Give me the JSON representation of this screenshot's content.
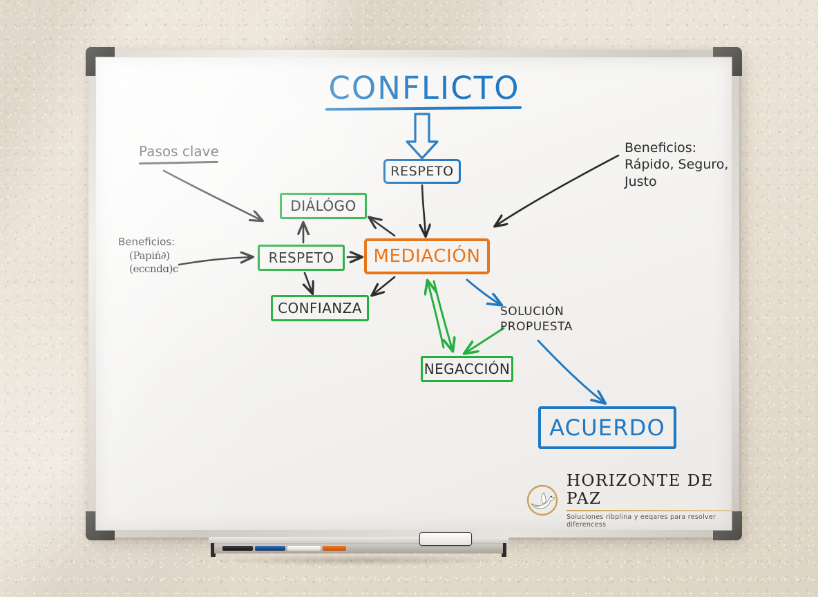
{
  "board": {
    "title": "CONFLICTO",
    "frame_color": "#cfcac3",
    "corner_color": "#4e4c48",
    "surface_color": "#f5f4f2"
  },
  "diagram": {
    "type": "mind-map",
    "title": "CONFLICTO",
    "colors": {
      "blue": "#1f78c1",
      "green": "#25af3f",
      "orange": "#e8741a",
      "black": "#2b2b2b"
    },
    "nodes": [
      {
        "id": "conflicto",
        "label": "CONFLICTO",
        "color": "#1f78c1",
        "style": "heading-underlined"
      },
      {
        "id": "respeto_top",
        "label": "RESPETO",
        "color": "#1f78c1",
        "style": "boxed-blue"
      },
      {
        "id": "dialogo",
        "label": "DIÁLÓGO",
        "color": "#25af3f",
        "style": "boxed-green"
      },
      {
        "id": "respeto",
        "label": "RESPETO",
        "color": "#25af3f",
        "style": "boxed-green"
      },
      {
        "id": "confianza",
        "label": "CONFIANZA",
        "color": "#25af3f",
        "style": "boxed-green"
      },
      {
        "id": "mediacion",
        "label": "MEDIACIÓN",
        "color": "#e8741a",
        "style": "boxed-orange"
      },
      {
        "id": "negaccion",
        "label": "NEGACCIÓN",
        "color": "#25af3f",
        "style": "boxed-green"
      },
      {
        "id": "solucion",
        "label": "SOLUCIÓN\nPROPUESTA",
        "color": "#2b2b2b",
        "style": "plain"
      },
      {
        "id": "acuerdo",
        "label": "ACUERDO",
        "color": "#1f78c1",
        "style": "boxed-blue"
      }
    ],
    "annotations": [
      {
        "id": "pasos_clave",
        "label": "Pasos clave",
        "style": "underlined",
        "color": "#2b2b2b"
      },
      {
        "id": "beneficios_left",
        "label": "Beneficios:",
        "color": "#2b2b2b"
      },
      {
        "id": "beneficios_left_scrawl",
        "label": "(Papiń∂)\n(eccndɑ)c",
        "color": "#2b2b2b"
      },
      {
        "id": "beneficios_right",
        "label": "Beneficios:\nRápido, Seguro,\nJusto",
        "color": "#2b2b2b"
      }
    ],
    "edges": [
      {
        "from": "conflicto",
        "to": "respeto_top",
        "color": "#1f78c1",
        "style": "hollow-block-arrow"
      },
      {
        "from": "respeto_top",
        "to": "mediacion",
        "color": "#2b2b2b",
        "style": "arrow"
      },
      {
        "from": "pasos_clave",
        "to": "dialogo",
        "color": "#2b2b2b",
        "style": "arrow"
      },
      {
        "from": "beneficios_left",
        "to": "respeto",
        "color": "#2b2b2b",
        "style": "arrow"
      },
      {
        "from": "respeto",
        "to": "dialogo",
        "color": "#2b2b2b",
        "style": "arrow"
      },
      {
        "from": "respeto",
        "to": "confianza",
        "color": "#2b2b2b",
        "style": "arrow"
      },
      {
        "from": "respeto",
        "to": "mediacion",
        "color": "#2b2b2b",
        "style": "arrow"
      },
      {
        "from": "mediacion",
        "to": "dialogo",
        "color": "#2b2b2b",
        "style": "arrow"
      },
      {
        "from": "mediacion",
        "to": "confianza",
        "color": "#2b2b2b",
        "style": "arrow"
      },
      {
        "from": "beneficios_right",
        "to": "mediacion",
        "color": "#2b2b2b",
        "style": "arrow"
      },
      {
        "from": "mediacion",
        "to": "negaccion",
        "color": "#25af3f",
        "style": "double-arrow"
      },
      {
        "from": "mediacion",
        "to": "solucion",
        "color": "#1f78c1",
        "style": "arrow"
      },
      {
        "from": "solucion",
        "to": "negaccion",
        "color": "#25af3f",
        "style": "arrow"
      },
      {
        "from": "solucion",
        "to": "acuerdo",
        "color": "#1f78c1",
        "style": "arrow"
      }
    ]
  },
  "logo": {
    "icon": "dove-icon",
    "name": "HORIZONTE DE PAZ",
    "tagline": "Soluciones ribplina y eeqares para resolver diferencess",
    "accent": "#caa35a"
  },
  "tray": {
    "markers": [
      "black-marker",
      "blue-marker",
      "white-marker",
      "orange-marker"
    ],
    "eraser": "whiteboard-eraser"
  }
}
